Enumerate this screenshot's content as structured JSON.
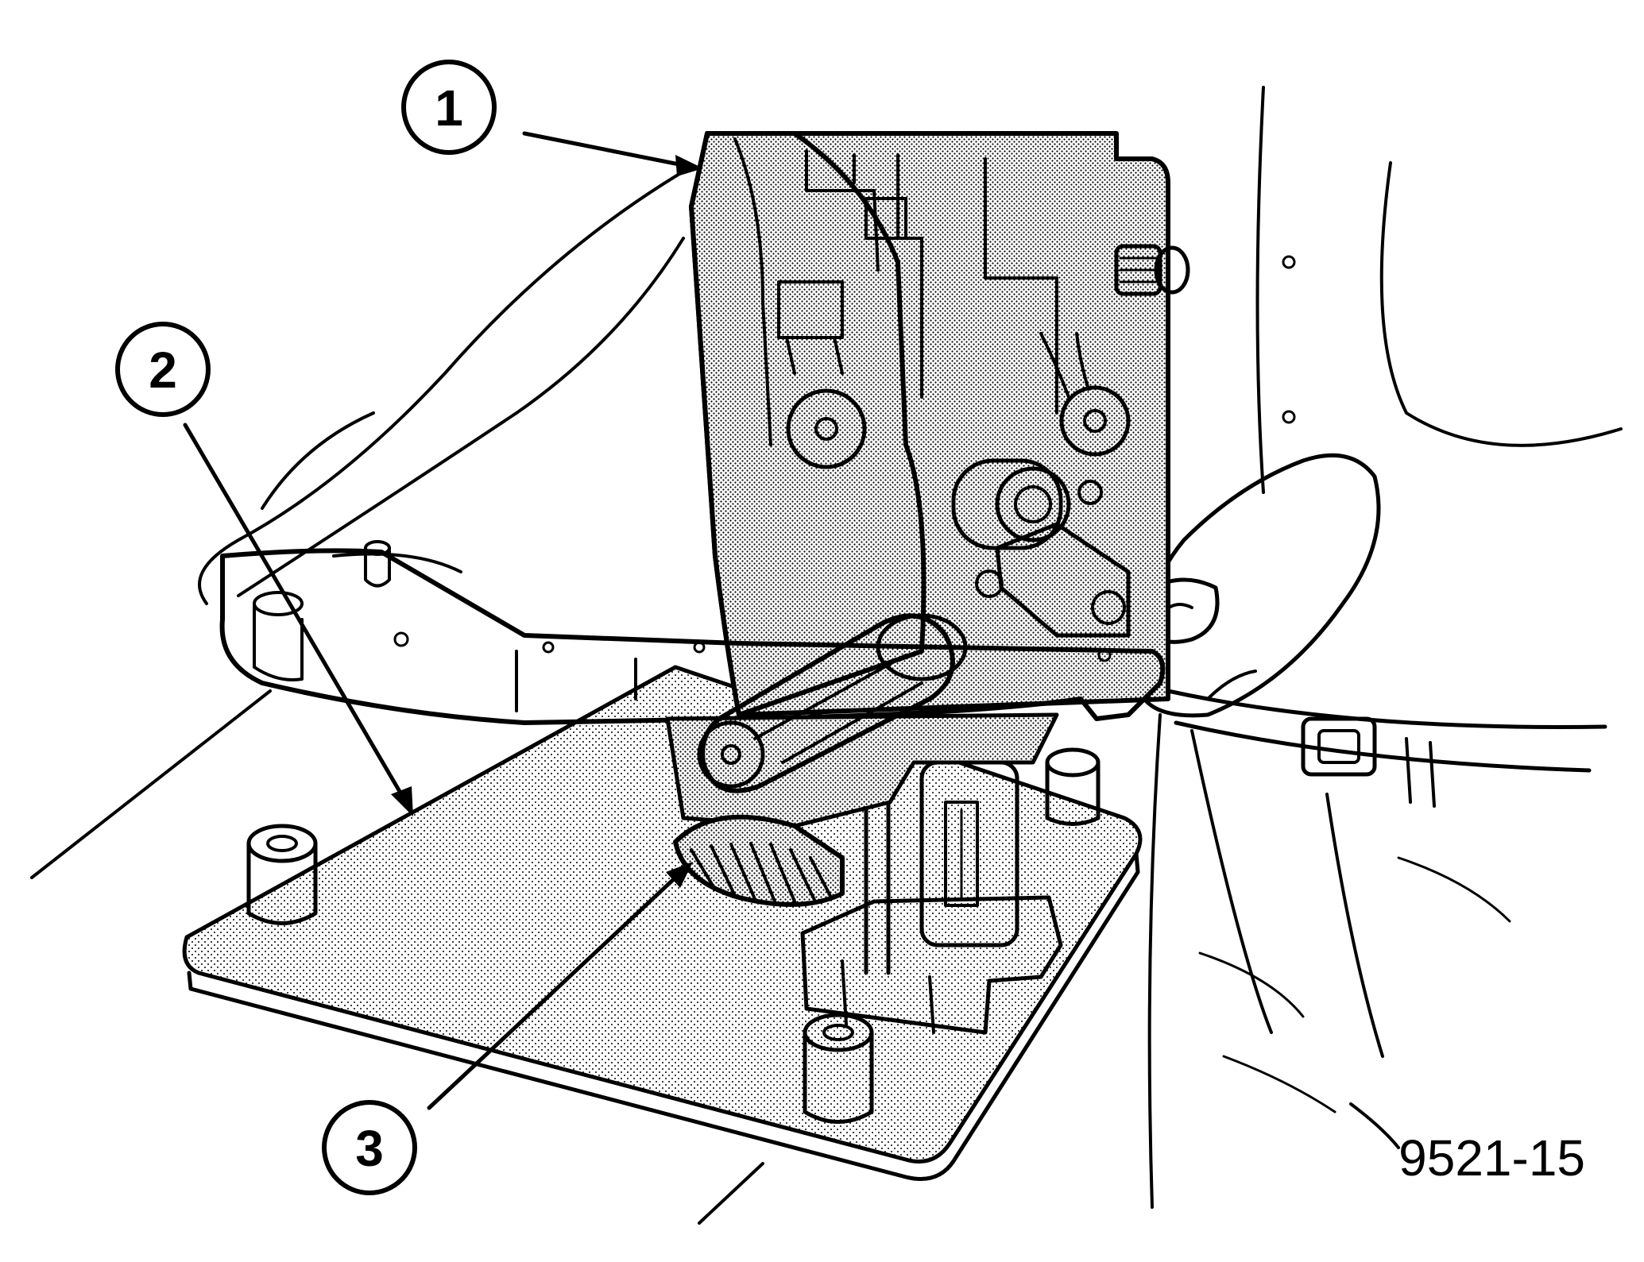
{
  "callouts": [
    {
      "id": "callout-1",
      "label": "1"
    },
    {
      "id": "callout-2",
      "label": "2"
    },
    {
      "id": "callout-3",
      "label": "3"
    }
  ],
  "figure_id": "9521-15",
  "colors": {
    "ink": "#000000",
    "paper": "#ffffff",
    "shade": "#c8c8c8"
  }
}
